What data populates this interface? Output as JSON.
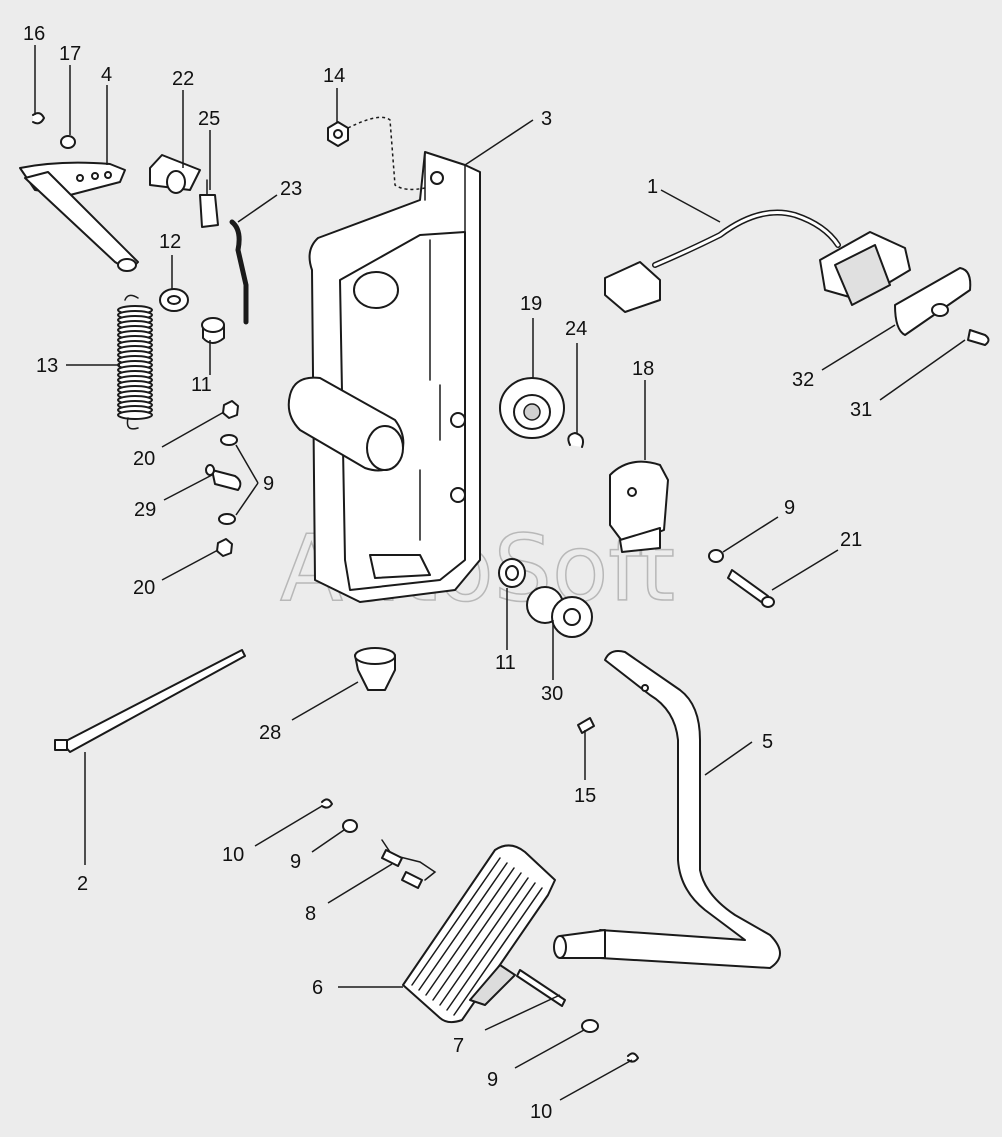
{
  "watermark": "AutoSoft",
  "callouts": {
    "c16": "16",
    "c17": "17",
    "c4": "4",
    "c22": "22",
    "c25": "25",
    "c14": "14",
    "c3": "3",
    "c23": "23",
    "c1": "1",
    "c12": "12",
    "c13": "13",
    "c11a": "11",
    "c19": "19",
    "c24": "24",
    "c18": "18",
    "c32": "32",
    "c31": "31",
    "c20a": "20",
    "c9a": "9",
    "c29": "29",
    "c20b": "20",
    "c9b": "9",
    "c21": "21",
    "c11b": "11",
    "c30": "30",
    "c28": "28",
    "c5": "5",
    "c15": "15",
    "c2": "2",
    "c10a": "10",
    "c9c": "9",
    "c8": "8",
    "c6": "6",
    "c7": "7",
    "c9d": "9",
    "c10b": "10"
  }
}
